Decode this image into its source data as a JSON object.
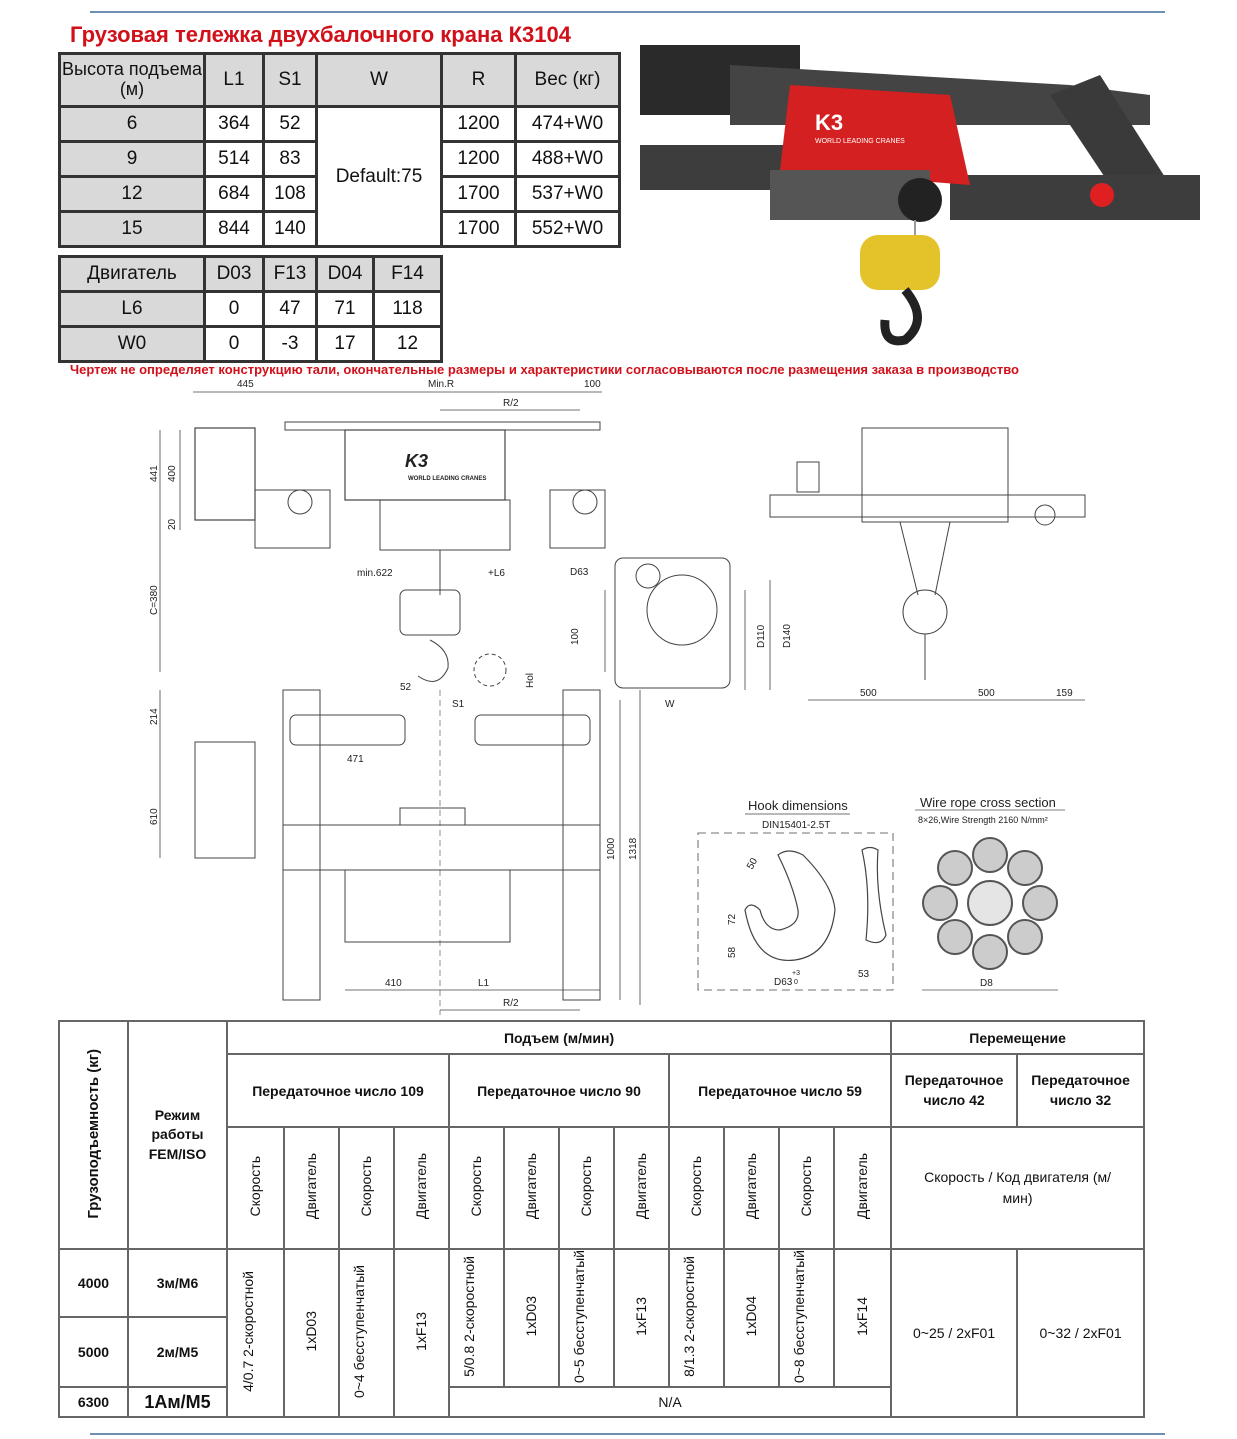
{
  "title": "Грузовая тележка двухбалочного крана К3104",
  "dimensions_table": {
    "headers": [
      "Высота подъема (м)",
      "L1",
      "S1",
      "W",
      "R",
      "Вес (кг)"
    ],
    "w_default": "Default:75",
    "rows": [
      {
        "height": "6",
        "l1": "364",
        "s1": "52",
        "r": "1200",
        "weight": "474+W0"
      },
      {
        "height": "9",
        "l1": "514",
        "s1": "83",
        "r": "1200",
        "weight": "488+W0"
      },
      {
        "height": "12",
        "l1": "684",
        "s1": "108",
        "r": "1700",
        "weight": "537+W0"
      },
      {
        "height": "15",
        "l1": "844",
        "s1": "140",
        "r": "1700",
        "weight": "552+W0"
      }
    ]
  },
  "motor_table": {
    "headers": [
      "Двигатель",
      "D03",
      "F13",
      "D04",
      "F14"
    ],
    "rows": [
      {
        "label": "L6",
        "values": [
          "0",
          "47",
          "71",
          "118"
        ]
      },
      {
        "label": "W0",
        "values": [
          "0",
          "-3",
          "17",
          "12"
        ]
      }
    ]
  },
  "note": "Чертеж не определяет конструкцию тали, окончательные размеры и характеристики согласовываются после размещения заказа в производство",
  "logo": {
    "brand": "K3",
    "tagline": "WORLD LEADING CRANES"
  },
  "drawing": {
    "d445": "445",
    "min_r": "Min.R",
    "d100": "100",
    "r_half": "R/2",
    "d441": "441",
    "d400": "400",
    "d20": "20",
    "c380": "C=380",
    "min622": "min.622",
    "plus_l6": "+L6",
    "d52": "52",
    "s1": "S1",
    "hol": "Hol",
    "d63": "D63",
    "d100b": "100",
    "d110": "D110",
    "d140": "D140",
    "w": "W",
    "d500a": "500",
    "d500b": "500",
    "d159": "159",
    "d214": "214",
    "d610": "610",
    "d471": "471",
    "d1000": "1000",
    "d1318": "1318",
    "d410": "410",
    "l1": "L1",
    "r_half2": "R/2"
  },
  "hook": {
    "title": "Hook dimensions",
    "standard": "DIN15401-2.5T",
    "d50": "50",
    "d72": "72",
    "d58": "58",
    "d63": "D63",
    "d53": "53",
    "tol_up": "+3",
    "tol_low": "0"
  },
  "rope": {
    "title": "Wire rope cross section",
    "spec": "8×26,Wire Strength 2160 N/mm²",
    "diameter": "D8"
  },
  "spec_table": {
    "capacity_header": "Грузоподъемность (кг)",
    "mode_header": "Режим работы FEM/ISO",
    "lift_header": "Подъем (м/мин)",
    "travel_header": "Перемещение",
    "ratios": [
      "Передаточное число 109",
      "Передаточное число 90",
      "Передаточное число 59"
    ],
    "travel_ratios": [
      "Передаточное число 42",
      "Передаточное число 32"
    ],
    "sub_speed": "Скорость",
    "sub_motor": "Двигатель",
    "travel_sub": "Скорость / Код двигателя (м/мин)",
    "rows": [
      {
        "capacity": "4000",
        "mode": "3м/M6"
      },
      {
        "capacity": "5000",
        "mode": "2м/M5"
      },
      {
        "capacity": "6300",
        "mode": "1Ам/M5"
      }
    ],
    "lift_values": [
      [
        "4/0.7 2-скоростной",
        "1xD03",
        "0~4 бесступенчатый",
        "1xF13"
      ],
      [
        "5/0.8 2-скоростной",
        "1xD03",
        "0~5 бесступенчатый",
        "1xF13"
      ],
      [
        "8/1.3 2-скоростной",
        "1xD04",
        "0~8 бесступенчатый",
        "1xF14"
      ]
    ],
    "na": "N/A",
    "travel_values": [
      "0~25 / 2xF01",
      "0~32 / 2xF01"
    ]
  }
}
